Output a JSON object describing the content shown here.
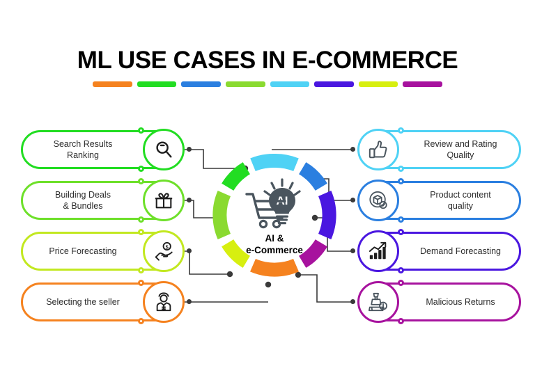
{
  "header": {
    "title": "ML USE CASES IN E-COMMERCE",
    "accent_colors": [
      "#f5821f",
      "#22dd22",
      "#2b7fe0",
      "#8ada30",
      "#4fd2f5",
      "#4a17e0",
      "#d7ef10",
      "#a7129e"
    ]
  },
  "center": {
    "label_line1": "AI &",
    "label_line2": "e-Commerce",
    "hub_icon": "shopping-cart-lightbulb-ai-icon",
    "bulb_text": "AI",
    "ring_segments": [
      {
        "name": "segment-cyan",
        "color": "#4fd2f5"
      },
      {
        "name": "segment-blue",
        "color": "#2b7fe0"
      },
      {
        "name": "segment-violet",
        "color": "#4a17e0"
      },
      {
        "name": "segment-magenta",
        "color": "#a7129e"
      },
      {
        "name": "segment-orange",
        "color": "#f5821f"
      },
      {
        "name": "segment-yellow",
        "color": "#d7ef10"
      },
      {
        "name": "segment-lime",
        "color": "#8ada30"
      },
      {
        "name": "segment-green",
        "color": "#22dd22"
      }
    ]
  },
  "left_cards": [
    {
      "label": "Search Results\nRanking",
      "line1": "Search Results",
      "line2": "Ranking",
      "color": "#22dd22",
      "icon": "magnifier-icon"
    },
    {
      "label": "Building Deals\n& Bundles",
      "line1": "Building Deals",
      "line2": "& Bundles",
      "color": "#6ee02a",
      "icon": "gift-box-icon"
    },
    {
      "label": "Price Forecasting",
      "line1": "Price Forecasting",
      "line2": "",
      "color": "#c2e820",
      "icon": "hand-with-coin-icon"
    },
    {
      "label": "Selecting the seller",
      "line1": "Selecting the seller",
      "line2": "",
      "color": "#f5821f",
      "icon": "seller-person-icon"
    }
  ],
  "right_cards": [
    {
      "label": "Review and Rating\nQuality",
      "line1": "Review and Rating",
      "line2": "Quality",
      "color": "#4fd2f5",
      "icon": "thumbs-up-icon"
    },
    {
      "label": "Product content\nquality",
      "line1": "Product content",
      "line2": "quality",
      "color": "#2b7fe0",
      "icon": "product-box-badge-icon"
    },
    {
      "label": "Demand Forecasting",
      "line1": "Demand Forecasting",
      "line2": "",
      "color": "#4a17e0",
      "icon": "bar-chart-arrow-icon"
    },
    {
      "label": "Malicious Returns",
      "line1": "Malicious Returns",
      "line2": "",
      "color": "#a7129e",
      "icon": "returns-package-icon"
    }
  ],
  "connector_color": "#3a3a3a"
}
